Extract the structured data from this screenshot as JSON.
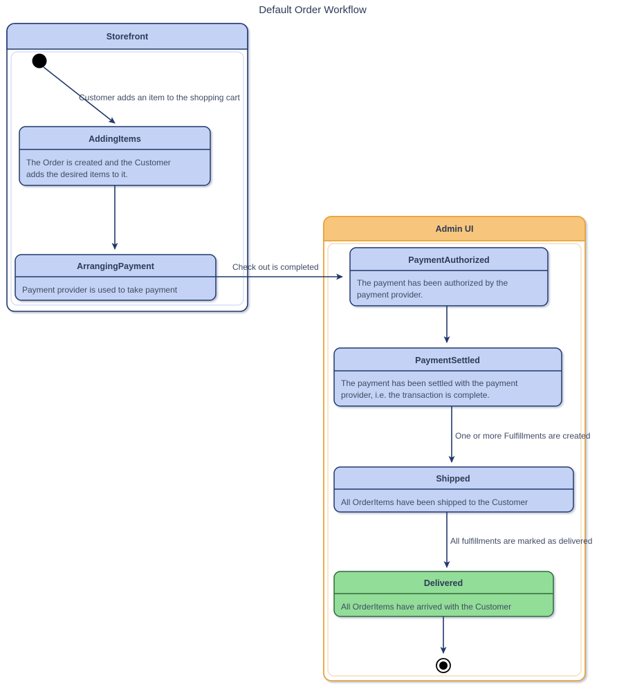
{
  "diagram": {
    "title": "Default Order Workflow",
    "type": "uml-state-diagram"
  },
  "colors": {
    "node_fill": "#c4d3f5",
    "node_border": "#21386b",
    "composite_header_blue": "#c4d3f5",
    "composite_border_blue": "#21386b",
    "composite_header_orange": "#f7c67c",
    "composite_border_orange": "#e8a33d",
    "final_node_fill": "#92dd97",
    "final_node_border": "#2f6b3a",
    "edge_stroke": "#21386b",
    "text": "#2e3a59",
    "background": "#ffffff"
  },
  "regions": [
    {
      "id": "storefront",
      "label": "Storefront",
      "accent": "blue"
    },
    {
      "id": "admin-ui",
      "label": "Admin UI",
      "accent": "orange"
    }
  ],
  "states": [
    {
      "id": "adding-items",
      "name": "AddingItems",
      "description": "The Order is created and the Customer adds the desired items to it.",
      "description_lines": [
        "The Order is created and the Customer",
        "adds the desired items to it."
      ],
      "region": "storefront",
      "style": "normal"
    },
    {
      "id": "arranging-payment",
      "name": "ArrangingPayment",
      "description": "Payment provider is used to take payment",
      "description_lines": [
        "Payment provider is used to take payment"
      ],
      "region": "storefront",
      "style": "normal"
    },
    {
      "id": "payment-authorized",
      "name": "PaymentAuthorized",
      "description": "The payment has been authorized by the payment provider.",
      "description_lines": [
        "The payment has been authorized by the",
        "payment provider."
      ],
      "region": "admin-ui",
      "style": "normal"
    },
    {
      "id": "payment-settled",
      "name": "PaymentSettled",
      "description": "The payment has been settled with the payment provider, i.e. the transaction is complete.",
      "description_lines": [
        "The payment has been settled with the payment",
        "provider, i.e. the transaction is complete."
      ],
      "region": "admin-ui",
      "style": "normal"
    },
    {
      "id": "shipped",
      "name": "Shipped",
      "description": "All OrderItems have been shipped to the Customer",
      "description_lines": [
        "All OrderItems have been shipped to the Customer"
      ],
      "region": "admin-ui",
      "style": "normal"
    },
    {
      "id": "delivered",
      "name": "Delivered",
      "description": "All OrderItems have arrived with the Customer",
      "description_lines": [
        "All OrderItems have arrived with the Customer"
      ],
      "region": "admin-ui",
      "style": "success"
    }
  ],
  "pseudostates": [
    {
      "id": "initial-state",
      "kind": "initial",
      "region": "storefront"
    },
    {
      "id": "final-state",
      "kind": "final",
      "region": "admin-ui"
    }
  ],
  "transitions": [
    {
      "id": "t1",
      "from": "initial-state",
      "to": "adding-items",
      "label": "Customer adds an item to the shopping cart"
    },
    {
      "id": "t2",
      "from": "adding-items",
      "to": "arranging-payment",
      "label": ""
    },
    {
      "id": "t3",
      "from": "arranging-payment",
      "to": "payment-authorized",
      "label": "Check out is completed"
    },
    {
      "id": "t4",
      "from": "payment-authorized",
      "to": "payment-settled",
      "label": ""
    },
    {
      "id": "t5",
      "from": "payment-settled",
      "to": "shipped",
      "label": "One or more Fulfillments are created"
    },
    {
      "id": "t6",
      "from": "shipped",
      "to": "delivered",
      "label": "All fulfillments are marked as delivered"
    },
    {
      "id": "t7",
      "from": "delivered",
      "to": "final-state",
      "label": ""
    }
  ]
}
